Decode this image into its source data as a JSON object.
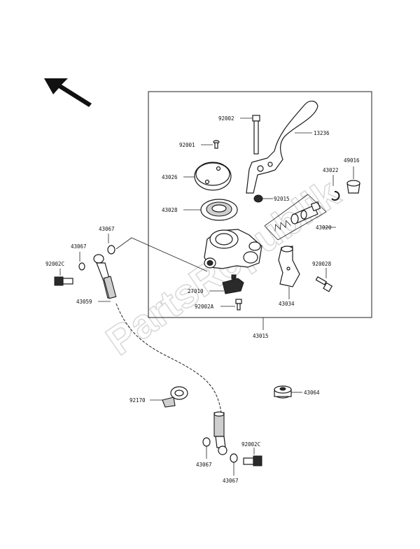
{
  "watermark": "PartsRepublik",
  "labels": {
    "p92002": "92002",
    "p13236": "13236",
    "p92001": "92001",
    "p49016": "49016",
    "p43022": "43022",
    "p43026": "43026",
    "p92015": "92015",
    "p43028": "43028",
    "p43020": "43020",
    "p43067a": "43067",
    "p43067b": "43067",
    "p92002c_a": "92002C",
    "p920028": "920028",
    "p27010": "27010",
    "p43059": "43059",
    "p92002a": "92002A",
    "p43034": "43034",
    "p43015": "43015",
    "p92170": "92170",
    "p43064": "43064",
    "p92002c_b": "92002C",
    "p43067c": "43067",
    "p43067d": "43067"
  }
}
